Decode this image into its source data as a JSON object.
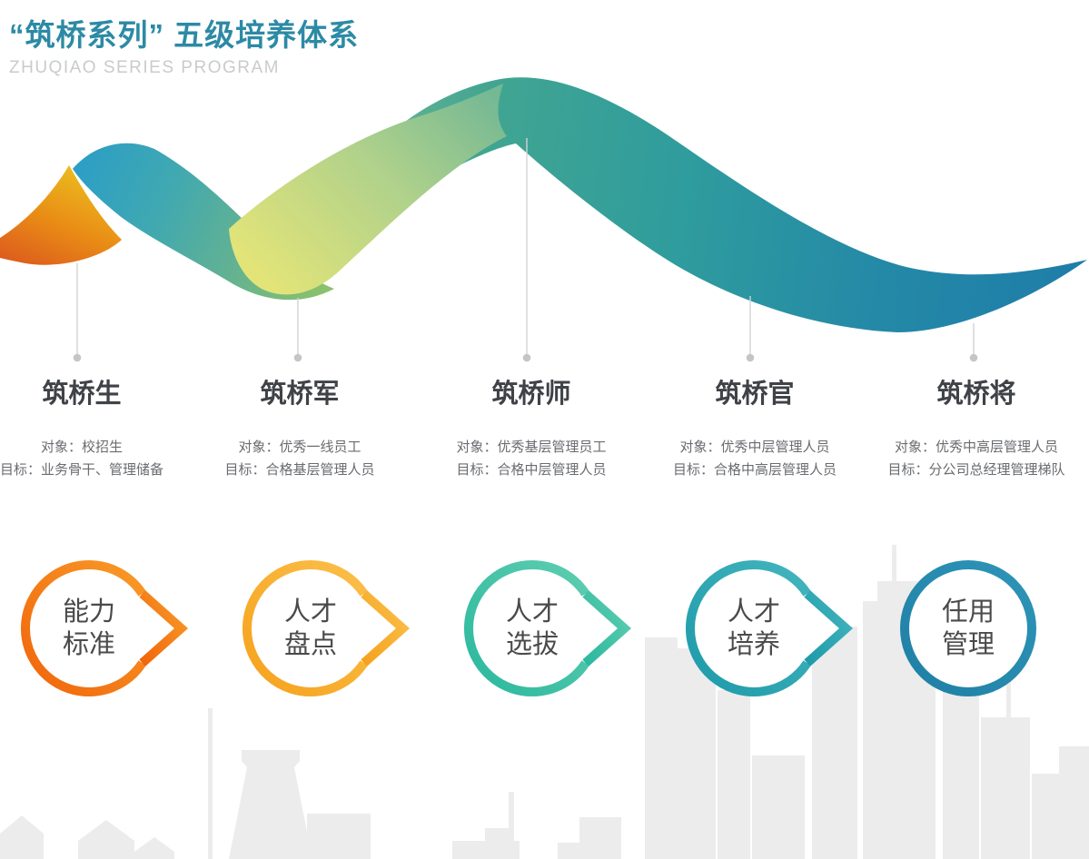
{
  "header": {
    "title": "“筑桥系列” 五级培养体系",
    "subtitle": "ZHUQIAO SERIES PROGRAM"
  },
  "colors": {
    "title_teal": "#2C8AA5",
    "subtitle_gray": "#C9CBCC",
    "stage_name_gray": "#3F4247",
    "stage_detail_gray": "#6A6C70",
    "bubble_text_gray": "#4A4A4A",
    "connector": "#D2D2D2",
    "connector_dot": "#C5C5C5",
    "skyline": "#ECECEC",
    "ribbon": {
      "main": [
        "#A8CE9C",
        "#6CB594",
        "#41A591",
        "#2F9C9D",
        "#2489A7",
        "#1E7DA8"
      ],
      "left_wave": [
        "#2C9EC6",
        "#3FA8B2",
        "#63B291",
        "#85BF70",
        "#96C763"
      ],
      "valley_face": [
        "#74B894",
        "#AFD18B",
        "#E3E478"
      ],
      "orange_peak": [
        "#EBBA1E",
        "#E98C15",
        "#DC5A1E"
      ]
    }
  },
  "stages": [
    {
      "name": "筑桥生",
      "target": "对象：校招生",
      "goal": "目标：业务骨干、管理储备"
    },
    {
      "name": "筑桥军",
      "target": "对象：优秀一线员工",
      "goal": "目标：合格基层管理人员"
    },
    {
      "name": "筑桥师",
      "target": "对象：优秀基层管理员工",
      "goal": "目标：合格中层管理人员"
    },
    {
      "name": "筑桥官",
      "target": "对象：优秀中层管理人员",
      "goal": "目标：合格中高层管理人员"
    },
    {
      "name": "筑桥将",
      "target": "对象：优秀中高层管理人员",
      "goal": "目标：分公司总经理管理梯队"
    }
  ],
  "bubbles": [
    {
      "line1": "能力",
      "line2": "标准",
      "color_dark": "#F1650B",
      "color_light": "#F89A28",
      "has_arrow": true
    },
    {
      "line1": "人才",
      "line2": "盘点",
      "color_dark": "#F5A21C",
      "color_light": "#FBBF4A",
      "has_arrow": true
    },
    {
      "line1": "人才",
      "line2": "选拔",
      "color_dark": "#2BB89E",
      "color_light": "#5ECDB0",
      "has_arrow": true
    },
    {
      "line1": "人才",
      "line2": "培养",
      "color_dark": "#1E9AA9",
      "color_light": "#43B5BE",
      "has_arrow": true
    },
    {
      "line1": "任用",
      "line2": "管理",
      "color_dark": "#1F7FA4",
      "color_light": "#2E95B8",
      "has_arrow": false
    }
  ]
}
